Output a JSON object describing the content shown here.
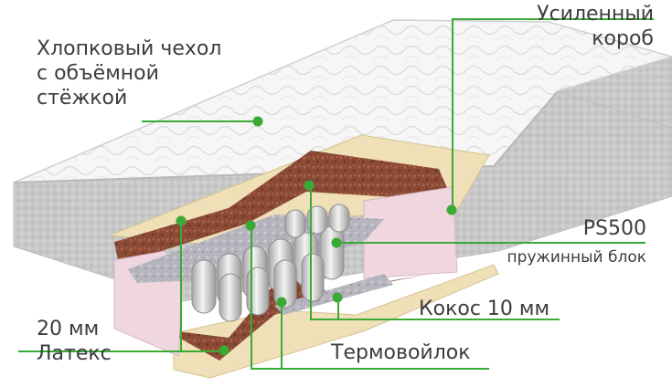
{
  "annotations": {
    "cover": {
      "lines": [
        "Хлопковый чехол",
        "с объёмной",
        "стёжкой"
      ]
    },
    "frame": {
      "lines": [
        "Усиленный",
        "короб"
      ]
    },
    "spring_block": {
      "title": "PS500",
      "subtitle": "пружинный блок"
    },
    "coconut": {
      "text": "Кокос 10 мм"
    },
    "latex": {
      "lines": [
        "20 мм",
        "Латекс"
      ]
    },
    "felt": {
      "text": "Термовойлок"
    }
  },
  "colors": {
    "accent": "#3aaa35",
    "text": "#3d3d3d",
    "latex": "#efe0b8",
    "coconut": "#8a4a35",
    "foam_frame": "#f0d6df",
    "felt": "#b9b7c1",
    "cover": "#f4f4f4",
    "border": "#c4c4c4"
  }
}
